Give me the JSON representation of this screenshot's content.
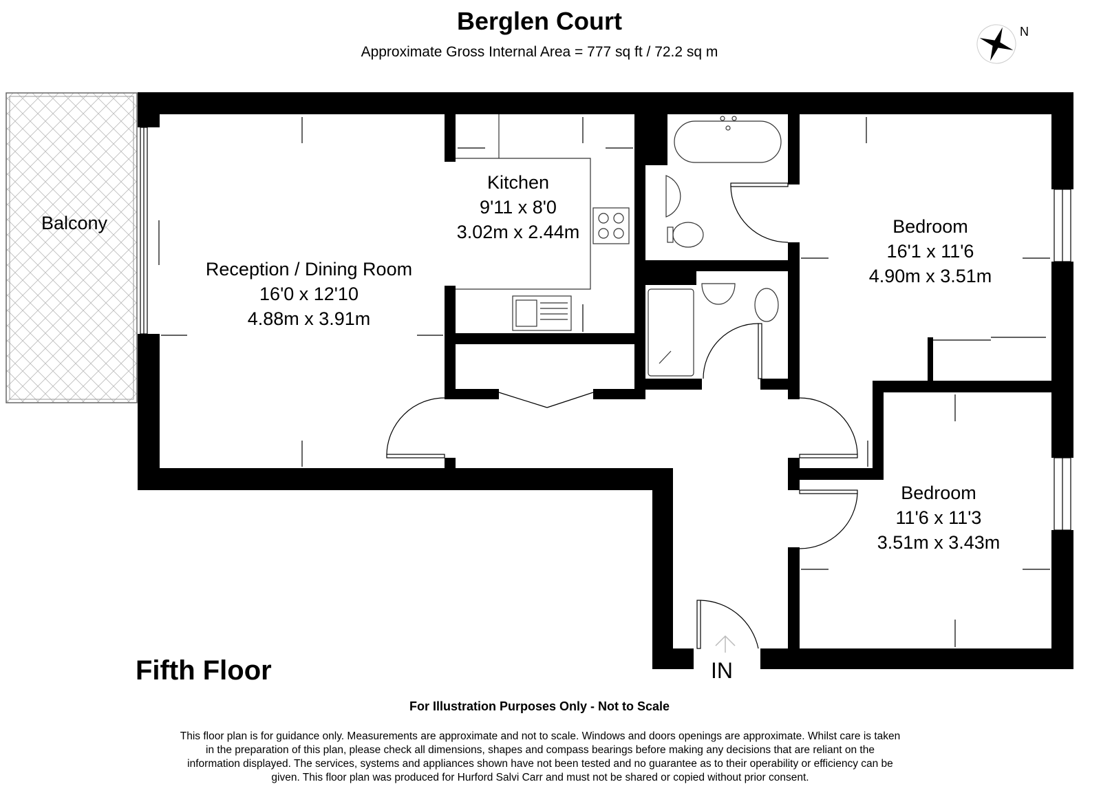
{
  "header": {
    "title": "Berglen Court",
    "subtitle": "Approximate Gross Internal Area = 777 sq ft / 72.2 sq m"
  },
  "compass": {
    "icon": "compass-rose-icon",
    "label": "N"
  },
  "rooms": {
    "balcony": {
      "name": "Balcony"
    },
    "kitchen": {
      "name": "Kitchen",
      "imperial": "9'11 x 8'0",
      "metric": "3.02m x 2.44m"
    },
    "reception": {
      "name": "Reception / Dining Room",
      "imperial": "16'0 x 12'10",
      "metric": "4.88m x 3.91m"
    },
    "bedroom1": {
      "name": "Bedroom",
      "imperial": "16'1 x 11'6",
      "metric": "4.90m x 3.51m"
    },
    "bedroom2": {
      "name": "Bedroom",
      "imperial": "11'6 x 11'3",
      "metric": "3.51m x 3.43m"
    }
  },
  "floor_label": "Fifth Floor",
  "entrance_label": "IN",
  "footer": {
    "note": "For Illustration Purposes Only -  Not to Scale",
    "disclaimer": "This floor plan is for guidance only. Measurements are approximate and not to scale. Windows and doors openings are approximate. Whilst care is taken in the preparation of this plan, please check all dimensions, shapes and compass bearings before making any decisions that are reliant on the information displayed.  The services, systems and appliances shown have not been tested and no guarantee as to their operability or efficiency can be given. This floor plan was produced for Hurford Salvi Carr and must not be shared or copied without prior consent."
  },
  "colors": {
    "wall": "#000000",
    "background": "#ffffff",
    "fixture": "#333333"
  }
}
